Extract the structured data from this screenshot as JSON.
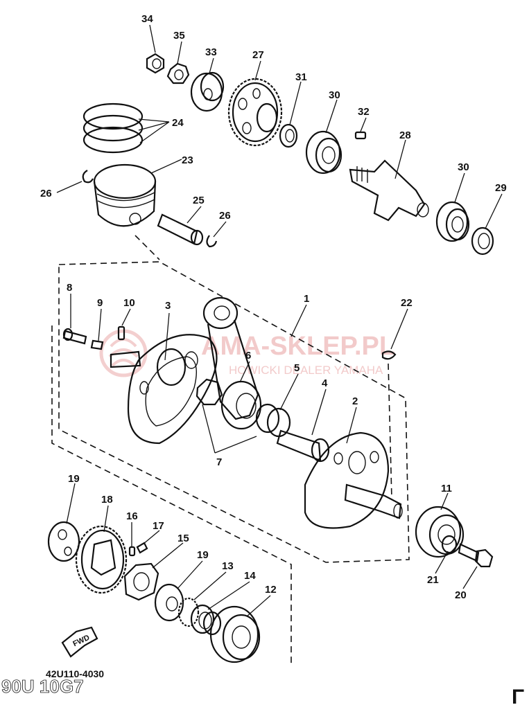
{
  "diagram": {
    "code": "42U110-4030",
    "page_code": "90U 10G7",
    "fwd_label": "FWD",
    "watermark_main": "AMA-SKLEP.PL",
    "watermark_sub": "HOWICKI DEALER YAMAHA",
    "corner_mark": "Γ"
  },
  "parts": [
    {
      "id": "p34",
      "label": "34"
    },
    {
      "id": "p35",
      "label": "35"
    },
    {
      "id": "p33",
      "label": "33"
    },
    {
      "id": "p27",
      "label": "27"
    },
    {
      "id": "p31",
      "label": "31"
    },
    {
      "id": "p30a",
      "label": "30"
    },
    {
      "id": "p32",
      "label": "32"
    },
    {
      "id": "p28",
      "label": "28"
    },
    {
      "id": "p30b",
      "label": "30"
    },
    {
      "id": "p29",
      "label": "29"
    },
    {
      "id": "p24",
      "label": "24"
    },
    {
      "id": "p23",
      "label": "23"
    },
    {
      "id": "p26a",
      "label": "26"
    },
    {
      "id": "p25",
      "label": "25"
    },
    {
      "id": "p26b",
      "label": "26"
    },
    {
      "id": "p8",
      "label": "8"
    },
    {
      "id": "p9",
      "label": "9"
    },
    {
      "id": "p10",
      "label": "10"
    },
    {
      "id": "p3",
      "label": "3"
    },
    {
      "id": "p1",
      "label": "1"
    },
    {
      "id": "p22",
      "label": "22"
    },
    {
      "id": "p6",
      "label": "6"
    },
    {
      "id": "p5",
      "label": "5"
    },
    {
      "id": "p4",
      "label": "4"
    },
    {
      "id": "p2",
      "label": "2"
    },
    {
      "id": "p7",
      "label": "7"
    },
    {
      "id": "p11",
      "label": "11"
    },
    {
      "id": "p19a",
      "label": "19"
    },
    {
      "id": "p18",
      "label": "18"
    },
    {
      "id": "p16",
      "label": "16"
    },
    {
      "id": "p17",
      "label": "17"
    },
    {
      "id": "p15",
      "label": "15"
    },
    {
      "id": "p19b",
      "label": "19"
    },
    {
      "id": "p13",
      "label": "13"
    },
    {
      "id": "p14",
      "label": "14"
    },
    {
      "id": "p12",
      "label": "12"
    },
    {
      "id": "p21",
      "label": "21"
    },
    {
      "id": "p20",
      "label": "20"
    }
  ]
}
